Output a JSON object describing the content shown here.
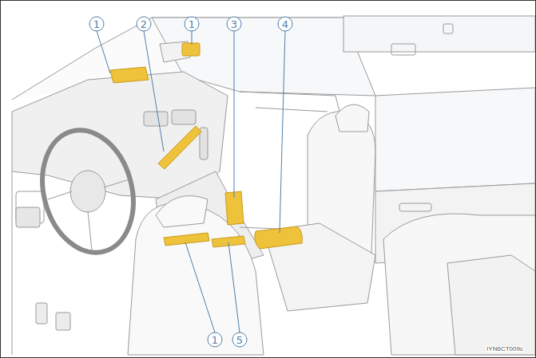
{
  "diagram": {
    "labels": [
      "1",
      "2",
      "1",
      "3",
      "4",
      "1",
      "5",
      "IYN6CT009c"
    ]
  }
}
